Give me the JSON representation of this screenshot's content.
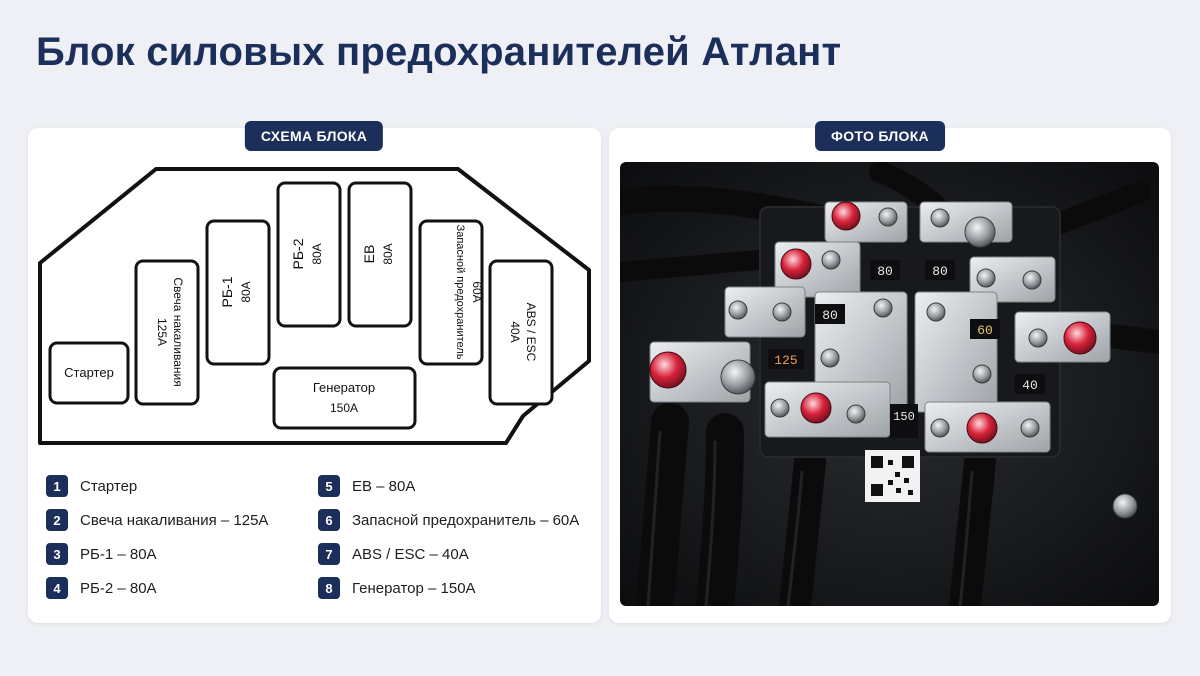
{
  "title": "Блок силовых предохранителей Атлант",
  "schema": {
    "header": "СХЕМА БЛОКА",
    "boxes": {
      "starter": "Стартер",
      "glow_name": "Свеча накаливания",
      "glow_rating": "125A",
      "rb1_name": "РБ-1",
      "rb1_rating": "80A",
      "rb2_name": "РБ-2",
      "rb2_rating": "80A",
      "eb_name": "ЕВ",
      "eb_rating": "80A",
      "spare_name": "Запасной предохранитель",
      "spare_rating": "60A",
      "abs_name": "ABS / ESC",
      "abs_rating": "40A",
      "gen_name": "Генератор",
      "gen_rating": "150A"
    }
  },
  "legend": [
    {
      "num": "1",
      "text": "Стартер"
    },
    {
      "num": "2",
      "text": "Свеча накаливания – 125A"
    },
    {
      "num": "3",
      "text": "РБ-1 – 80A"
    },
    {
      "num": "4",
      "text": "РБ-2 – 80A"
    },
    {
      "num": "5",
      "text": "ЕВ – 80A"
    },
    {
      "num": "6",
      "text": "Запасной предохранитель – 60A"
    },
    {
      "num": "7",
      "text": "ABS / ESC – 40A"
    },
    {
      "num": "8",
      "text": "Генератор – 150A"
    }
  ],
  "photo": {
    "header": "ФОТО БЛОКА",
    "fuse_labels": [
      "80",
      "80",
      "80",
      "60",
      "125",
      "40",
      "150"
    ]
  }
}
